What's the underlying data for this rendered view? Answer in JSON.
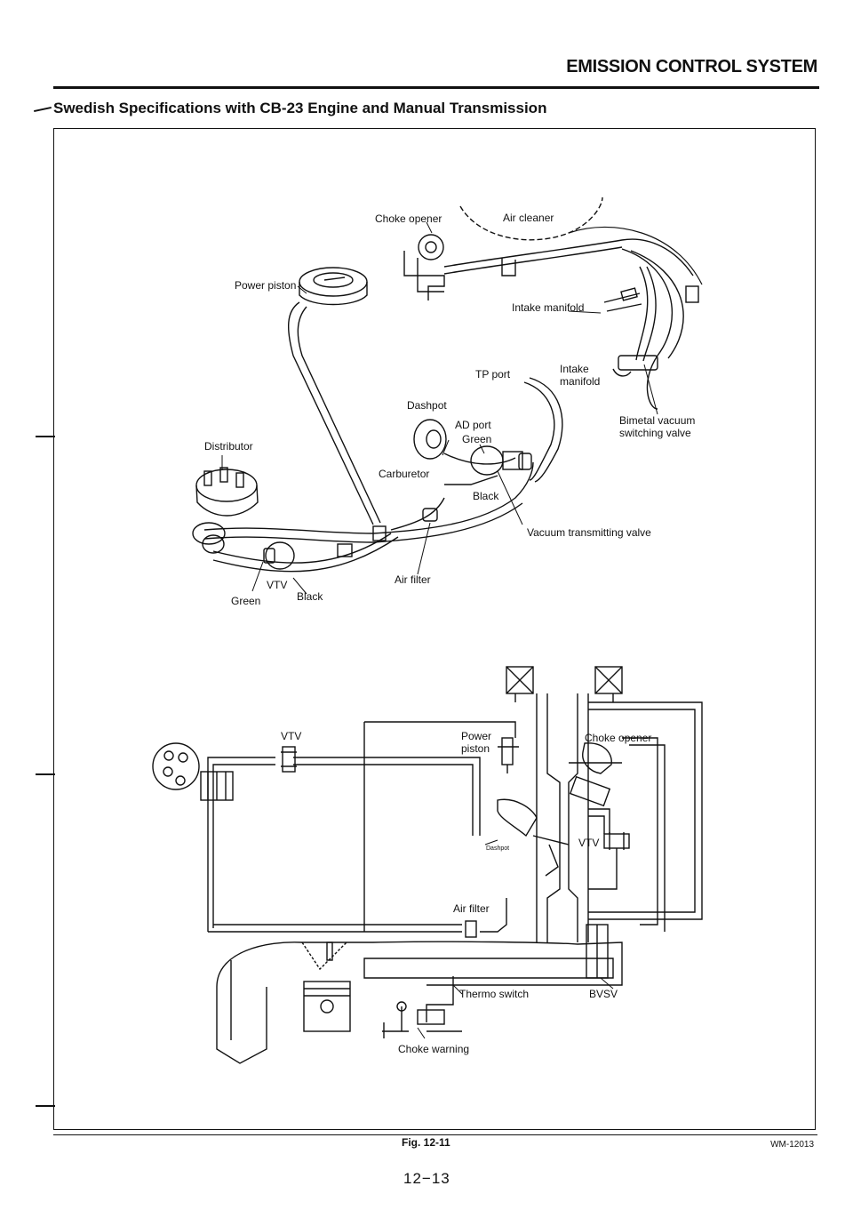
{
  "header": {
    "title": "EMISSION CONTROL SYSTEM",
    "section": "Swedish Specifications with CB-23 Engine and Manual Transmission"
  },
  "top_diagram": {
    "labels": {
      "choke_opener": "Choke opener",
      "air_cleaner": "Air cleaner",
      "power_piston": "Power piston",
      "intake_manifold_1": "Intake manifold",
      "tp_port": "TP port",
      "intake_manifold_2a": "Intake",
      "intake_manifold_2b": "manifold",
      "dashpot": "Dashpot",
      "ad_port": "AD port",
      "green_1": "Green",
      "bimetal_a": "Bimetal vacuum",
      "bimetal_b": "switching valve",
      "distributor": "Distributor",
      "carburetor": "Carburetor",
      "black_1": "Black",
      "vacuum_transmitting_valve": "Vacuum transmitting valve",
      "vtv": "VTV",
      "air_filter": "Air filter",
      "green_2": "Green",
      "black_2": "Black"
    }
  },
  "bottom_diagram": {
    "labels": {
      "vtv_1": "VTV",
      "power_a": "Power",
      "power_b": "piston",
      "choke_opener": "Choke opener",
      "dashpot": "Dashpot",
      "vtv_2": "VTV",
      "air_filter": "Air filter",
      "thermo_switch": "Thermo switch",
      "bvsv": "BVSV",
      "choke_warning": "Choke warning"
    }
  },
  "footer": {
    "figure": "Fig. 12-11",
    "ref": "WM-12013",
    "page": "12−13"
  }
}
